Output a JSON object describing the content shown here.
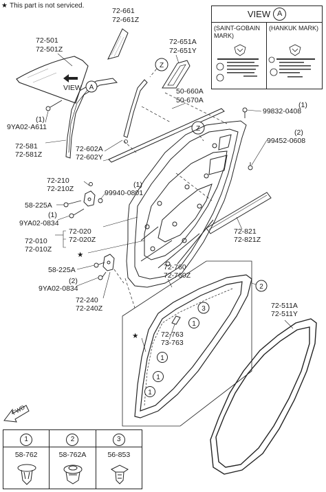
{
  "note": {
    "star": "★",
    "text": "This part is not serviced."
  },
  "view_box": {
    "title": "VIEW",
    "circle": "A",
    "left_header": "(SAINT-GOBAIN MARK)",
    "right_header": "(HANKUK MARK)"
  },
  "labels": {
    "p72661": "72-661",
    "p72661z": "72-661Z",
    "p72501": "72-501",
    "p72501z": "72-501Z",
    "p72651a": "72-651A",
    "p72651y": "72-651Y",
    "p50660a": "50-660A",
    "p50670a": "50-670A",
    "view_a_text": "VIEW",
    "view_a_circle": "A",
    "z1": "Z",
    "z2": "Z",
    "p9ya02a611_q": "(1)",
    "p9ya02a611": "9YA02-A611",
    "p99832_q": "(1)",
    "p99832": "99832-0408",
    "p99452_q": "(2)",
    "p99452": "99452-0608",
    "p72581": "72-581",
    "p72581z": "72-581Z",
    "p72602a": "72-602A",
    "p72602y": "72-602Y",
    "p72210": "72-210",
    "p72210z": "72-210Z",
    "p99940_q": "(1)",
    "p99940": "99940-0801",
    "p58225a_1": "58-225A",
    "p9ya020834_q1": "(1)",
    "p9ya020834_1": "9YA02-0834",
    "p72020": "72-020",
    "p72020z": "72-020Z",
    "p72010": "72-010",
    "p72010z": "72-010Z",
    "star_mark": "★",
    "p72821": "72-821",
    "p72821z": "72-821Z",
    "p58225a_2": "58-225A",
    "p9ya020834_q2": "(2)",
    "p9ya020834_2": "9YA02-0834",
    "p72240": "72-240",
    "p72240z": "72-240Z",
    "p72760": "72-760",
    "p72760z": "72-760Z",
    "p72763": "72-763",
    "p73763": "73-763",
    "star_mark2": "★",
    "p72511a": "72-511A",
    "p72511y": "72-511Y",
    "c1a": "1",
    "c1b": "1",
    "c1c": "1",
    "c1d": "1",
    "c2": "2",
    "c3": "3",
    "fwd": "FWD"
  },
  "clips": [
    {
      "num": "1",
      "part": "58-762"
    },
    {
      "num": "2",
      "part": "58-762A"
    },
    {
      "num": "3",
      "part": "56-853"
    }
  ]
}
